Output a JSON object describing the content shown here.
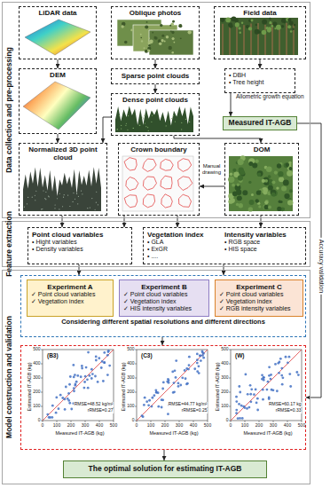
{
  "diagram": {
    "nodes": [
      {
        "text": [
          "Data collection and pre-processing"
        ]
      },
      {
        "text": [
          "LiDAR data"
        ],
        "in": 0
      },
      {
        "text": [
          "Oblique photos"
        ],
        "in": 0
      },
      {
        "text": [
          "Field data"
        ],
        "in": 0
      },
      {
        "text": [
          "DEM"
        ],
        "in": 0
      },
      {
        "text": [
          "Sparse point clouds"
        ],
        "in": 0
      },
      {
        "text": [
          "Dense point clouds"
        ],
        "in": 0
      },
      {
        "text": [
          "• DBH",
          "• Tree height"
        ],
        "in": 0
      },
      {
        "text": [
          "Measured IT-AGB"
        ],
        "in": 0
      },
      {
        "text": [
          "Normalized 3D point cloud"
        ],
        "in": 0
      },
      {
        "text": [
          "Crown boundary"
        ],
        "in": 0
      },
      {
        "text": [
          "DOM"
        ],
        "in": 0
      },
      {
        "text": [
          "Feature extraction"
        ]
      },
      {
        "text": [
          "Point cloud variables",
          "• Hight variables",
          "• Density variables"
        ],
        "in": 12
      },
      {
        "text": [
          "Vegetation index",
          "• GLA",
          "• ExGR",
          "• ....",
          "Intensity variables",
          "• RGB space",
          "• HIS space"
        ],
        "in": 12
      },
      {
        "text": [
          "Model construction and validation"
        ]
      },
      {
        "text": [
          "Considering different spatial resolutions and different directions"
        ],
        "in": 15
      },
      {
        "text": [
          "Experiment A",
          "✓ Point cloud variables",
          "✓ Vegetation index"
        ],
        "in": 16
      },
      {
        "text": [
          "Experiment B",
          "✓ Point cloud variables",
          "✓ Vegetation index",
          "✓ HIS intensity variables"
        ],
        "in": 16
      },
      {
        "text": [
          "Experiment C",
          "✓ Point cloud variables",
          "✓ Vegetation index",
          "✓ RGB intensity variables"
        ],
        "in": 16
      },
      {
        "text": [
          "(B3)",
          "RMSE=48.52 kg/m²",
          "rRMSE=0.27",
          "Estimated IT-AGB (kg)",
          "Measured IT-AGB (kg)",
          "(C3)",
          "RMSE=44.77 kg/m²",
          "rRMSE=0.25",
          "Estimated IT-AGB (kg)",
          "Measured IT-AGB (kg)",
          "(W)",
          "RMSE=60.17 kg",
          "rRMSE=0.33",
          "Estimated IT-AGB (kg)",
          "Measured IT-AGB (kg)"
        ],
        "in": 15
      },
      {
        "text": [
          "The optimal solution for estimating IT-AGB"
        ],
        "in": 15
      }
    ],
    "edges": [
      {
        "from": 1,
        "to": 4,
        "arrow": "to"
      },
      {
        "from": 2,
        "to": 5,
        "arrow": "to"
      },
      {
        "from": 5,
        "to": 6,
        "arrow": "to"
      },
      {
        "from": 3,
        "to": 7,
        "arrow": "to"
      },
      {
        "from": 7,
        "to": 8,
        "label": "Allometric growth equation",
        "arrow": "to"
      },
      {
        "from": 4,
        "to": 9,
        "arrow": "to"
      },
      {
        "from": 6,
        "to": 9,
        "arrow": "to"
      },
      {
        "from": 6,
        "to": 11,
        "arrow": "to"
      },
      {
        "from": 11,
        "to": 10,
        "label": "Manual drawing",
        "arrow": "to"
      },
      {
        "from": 9,
        "to": 13,
        "arrow": "to"
      },
      {
        "from": 10,
        "to": 13,
        "arrow": "to"
      },
      {
        "from": 10,
        "to": 14,
        "arrow": "to"
      },
      {
        "from": 11,
        "to": 14,
        "arrow": "to"
      },
      {
        "from": 13,
        "to": 16,
        "arrow": "to"
      },
      {
        "from": 14,
        "to": 16,
        "arrow": "to"
      },
      {
        "from": 16,
        "to": 20,
        "arrow": "to"
      },
      {
        "from": 20,
        "to": 21,
        "arrow": "to"
      },
      {
        "from": 8,
        "to": 20,
        "label": "Accuracy validation",
        "arrow": "to"
      }
    ],
    "labels": [
      "0",
      "100",
      "200",
      "300",
      "400",
      "500",
      "0",
      "100",
      "200",
      "300",
      "400",
      "500",
      "0",
      "100",
      "200",
      "300",
      "400",
      "500",
      "0",
      "100",
      "200",
      "300",
      "400",
      "500",
      "0",
      "100",
      "200",
      "300",
      "400",
      "500",
      "0",
      "100",
      "200",
      "300",
      "400",
      "500"
    ]
  }
}
